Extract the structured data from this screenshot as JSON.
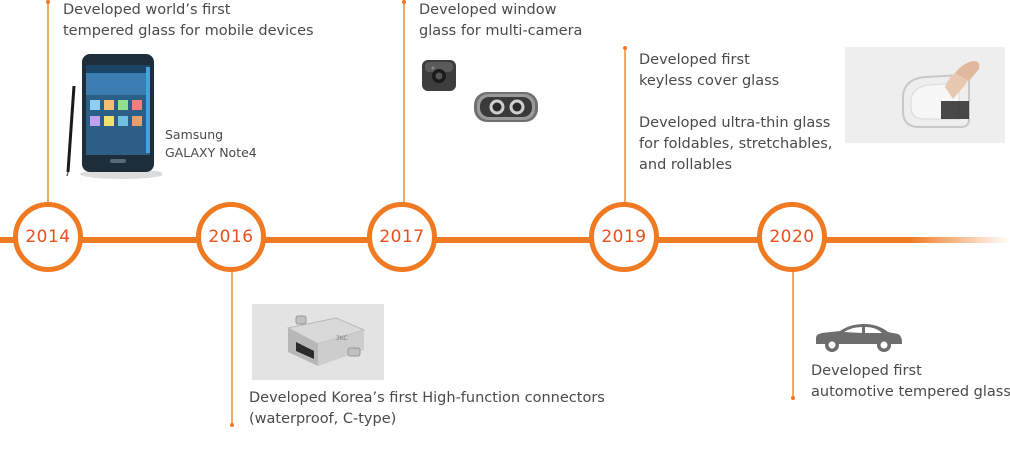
{
  "timeline": {
    "years": [
      "2014",
      "2016",
      "2017",
      "2019",
      "2020"
    ],
    "events": {
      "e2014": {
        "line1": "Developed world’s first",
        "line2": "tempered glass for mobile devices"
      },
      "e2014_image_caption": {
        "line1": "Samsung",
        "line2": "GALAXY Note4"
      },
      "e2016": {
        "line1": "Developed Korea’s first High-function connectors",
        "line2": "(waterproof, C-type)"
      },
      "e2017": {
        "line1": "Developed window",
        "line2": "glass for multi-camera"
      },
      "e2019a": {
        "line1": "Developed first",
        "line2": "keyless cover glass"
      },
      "e2019b": {
        "line1": "Developed ultra-thin glass",
        "line2": "for foldables, stretchables,",
        "line3": "and rollables"
      },
      "e2020": {
        "line1": "Developed first",
        "line2": "automotive tempered glass"
      }
    }
  },
  "colors": {
    "accent": "#ef7a22",
    "year_text": "#e94e1b",
    "body_text": "#4a4a4a"
  },
  "icons": [
    "phone-image",
    "camera-window-glass-image",
    "dual-camera-window-glass-image",
    "connector-image",
    "keyless-glass-image",
    "car-icon"
  ]
}
